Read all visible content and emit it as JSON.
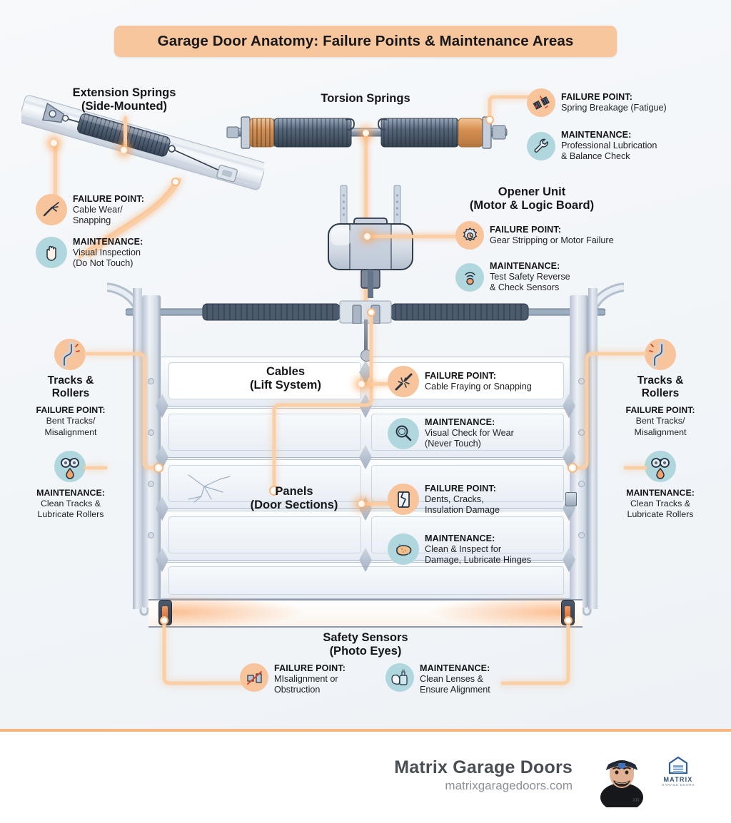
{
  "title": "Garage Door Anatomy: Failure Points & Maintenance Areas",
  "colors": {
    "accent_orange": "#f8c69c",
    "badge_fail": "#f7c49c",
    "badge_maint": "#b0d7dd",
    "connector": "#fbcfa6",
    "background": "#f4f7fa",
    "divider": "#f5b77e",
    "text": "#14161a"
  },
  "labels": {
    "failure": "FAILURE POINT:",
    "maintenance": "MAINTENANCE:"
  },
  "sections": {
    "extension_springs": {
      "title_line1": "Extension Springs",
      "title_line2": "(Side-Mounted)",
      "failure": {
        "head": "FAILURE POINT:",
        "body_line1": "Cable Wear/",
        "body_line2": "Snapping",
        "icon": "frayed-cable-icon"
      },
      "maintenance": {
        "head": "MAINTENANCE:",
        "body_line1": "Visual Inspection",
        "body_line2": "(Do Not Touch)",
        "icon": "hand-stop-icon"
      }
    },
    "torsion_springs": {
      "title": "Torsion Springs",
      "failure": {
        "head": "FAILURE POINT:",
        "body_line1": "Spring Breakage (Fatigue)",
        "icon": "broken-spring-icon"
      },
      "maintenance": {
        "head": "MAINTENANCE:",
        "body_line1": "Professional Lubrication",
        "body_line2": "& Balance Check",
        "icon": "wrench-icon"
      }
    },
    "opener_unit": {
      "title_line1": "Opener Unit",
      "title_line2": "(Motor & Logic Board)",
      "failure": {
        "head": "FAILURE POINT:",
        "body_line1": "Gear Stripping or Motor Failure",
        "icon": "gear-icon"
      },
      "maintenance": {
        "head": "MAINTENANCE:",
        "body_line1": "Test Safety Reverse",
        "body_line2": "& Check Sensors",
        "icon": "signal-sensor-icon"
      }
    },
    "tracks_rollers_left": {
      "title_line1": "Tracks &",
      "title_line2": "Rollers",
      "failure": {
        "head": "FAILURE POINT:",
        "body_line1": "Bent Tracks/",
        "body_line2": "Misalignment",
        "icon": "bent-track-icon"
      },
      "maintenance": {
        "head": "MAINTENANCE:",
        "body_line1": "Clean Tracks &",
        "body_line2": "Lubricate Rollers",
        "icon": "roller-lubricate-icon"
      }
    },
    "tracks_rollers_right": {
      "title_line1": "Tracks &",
      "title_line2": "Rollers",
      "failure": {
        "head": "FAILURE POINT:",
        "body_line1": "Bent Tracks/",
        "body_line2": "Misalignment",
        "icon": "bent-track-icon"
      },
      "maintenance": {
        "head": "MAINTENANCE:",
        "body_line1": "Clean Tracks &",
        "body_line2": "Lubricate Rollers",
        "icon": "roller-lubricate-icon"
      }
    },
    "cables": {
      "title_line1": "Cables",
      "title_line2": "(Lift System)",
      "failure": {
        "head": "FAILURE POINT:",
        "body_line1": "Cable Fraying or Snapping",
        "icon": "snapped-cable-icon"
      },
      "maintenance": {
        "head": "MAINTENANCE:",
        "body_line1": "Visual Check for Wear",
        "body_line2": "(Never Touch)",
        "icon": "magnifier-icon"
      }
    },
    "panels": {
      "title_line1": "Panels",
      "title_line2": "(Door Sections)",
      "failure": {
        "head": "FAILURE POINT:",
        "body_line1": "Dents, Cracks,",
        "body_line2": "Insulation Damage",
        "icon": "cracked-panel-icon"
      },
      "maintenance": {
        "head": "MAINTENANCE:",
        "body_line1": "Clean & Inspect for",
        "body_line2": "Damage, Lubricate Hinges",
        "icon": "sponge-icon"
      }
    },
    "safety_sensors": {
      "title_line1": "Safety Sensors",
      "title_line2": "(Photo Eyes)",
      "failure": {
        "head": "FAILURE POINT:",
        "body_line1": "MIsalignment or",
        "body_line2": "Obstruction",
        "icon": "misaligned-sensor-icon"
      },
      "maintenance": {
        "head": "MAINTENANCE:",
        "body_line1": "Clean Lenses &",
        "body_line2": "Ensure Alignment",
        "icon": "spray-cleaning-icon"
      }
    }
  },
  "footer": {
    "company": "Matrix Garage Doors",
    "website": "matrixgaragedoors.com",
    "logo_text": "MATRIX",
    "logo_sub": "GARAGE DOORS"
  }
}
